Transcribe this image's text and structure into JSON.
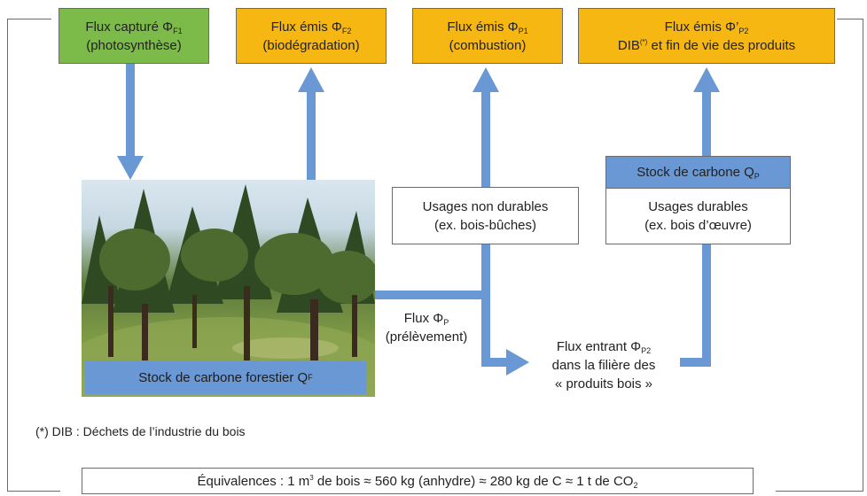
{
  "boxes": {
    "captured": {
      "line1": "Flux capturé Φ",
      "sub1": "F1",
      "line2": "(photosynthèse)"
    },
    "biodeg": {
      "line1": "Flux émis Φ",
      "sub1": "F2",
      "line2": "(biodégradation)"
    },
    "combustion": {
      "line1": "Flux émis Φ",
      "sub1": "P1",
      "line2": "(combustion)"
    },
    "dib": {
      "line1": "Flux émis Φ’",
      "sub1": "P2",
      "line2a": "DIB",
      "sup2": "(*)",
      "line2b": " et fin de vie des produits"
    }
  },
  "non_durable": {
    "line1": "Usages non durables",
    "line2": "(ex. bois-bûches)"
  },
  "durable": {
    "stock": "Stock de carbone Q",
    "stock_sub": "P",
    "line1": "Usages durables",
    "line2": "(ex. bois d’œuvre)"
  },
  "forest": {
    "label": "Stock de carbone forestier Q",
    "label_sub": "F"
  },
  "flux_p": {
    "line1": "Flux Φ",
    "sub1": "P",
    "line2": "(prélèvement)"
  },
  "flux_entrant": {
    "line1": "Flux entrant Φ",
    "sub1": "P2",
    "line2": "dans la filière des",
    "line3": "« produits bois »"
  },
  "footnote": "(*) DIB : Déchets de l’industrie du bois",
  "equivalence": {
    "part1": "Équivalences : 1 m",
    "sup": "3",
    "part2": " de bois ≈ 560 kg (anhydre) ≈ 280 kg de C  ≈ 1 t de CO",
    "sub": "2"
  },
  "colors": {
    "green": "#7cba4a",
    "gold": "#f7b712",
    "blue": "#6a98d4",
    "line": "#6b6b6b"
  }
}
